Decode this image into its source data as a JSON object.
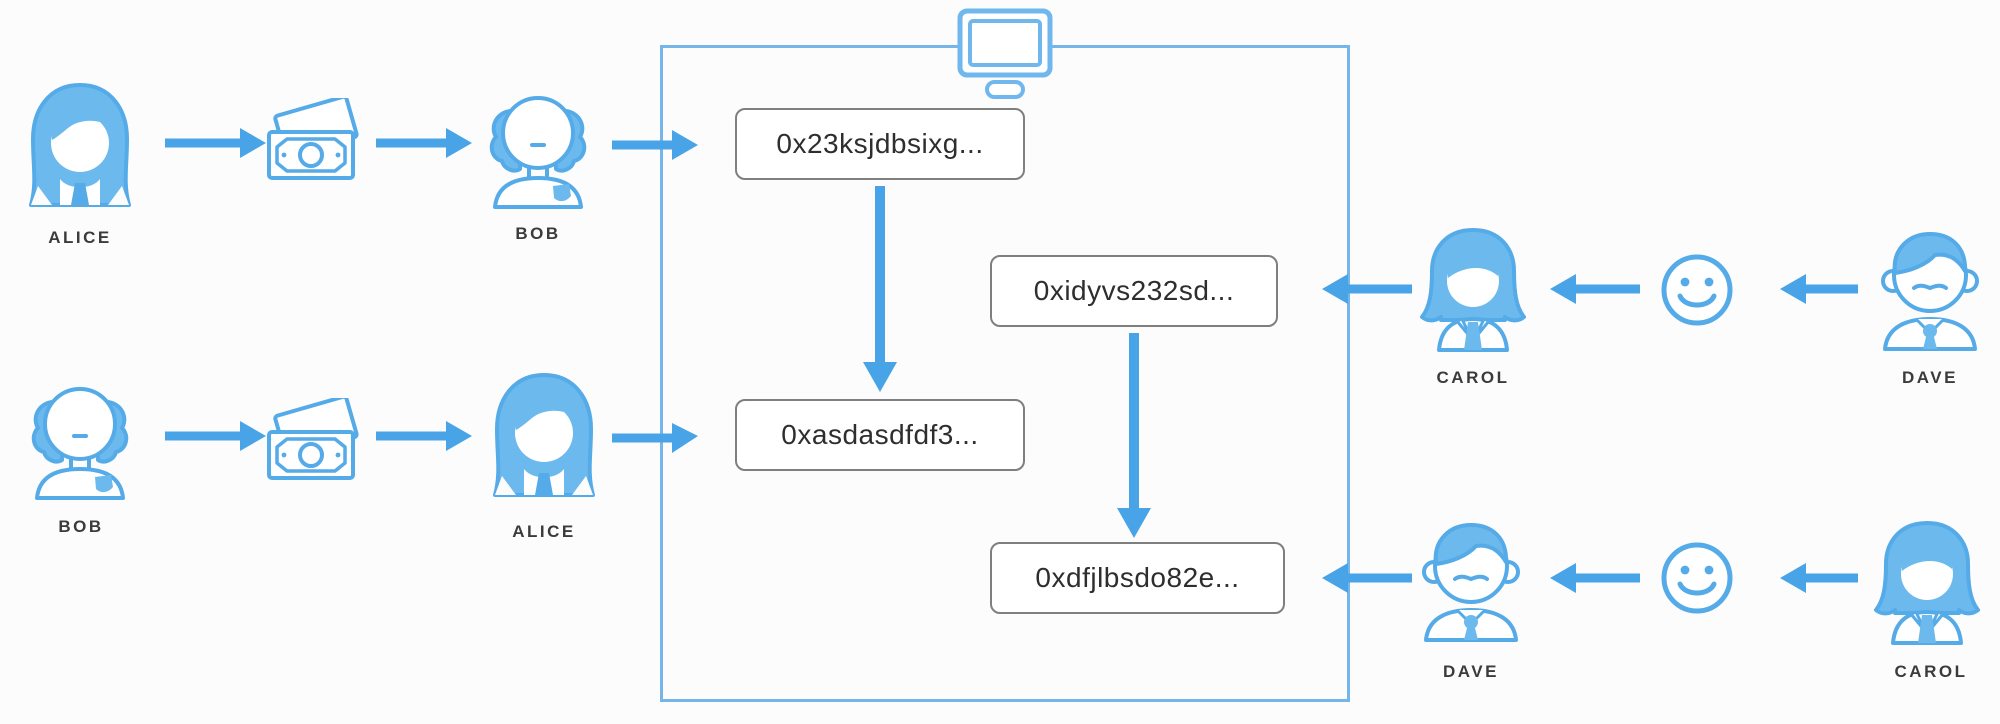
{
  "flows": [
    {
      "sender": "ALICE",
      "gift": "money",
      "receiver": "BOB",
      "transaction": "0x23ksjdbsixg..."
    },
    {
      "sender": "BOB",
      "gift": "money",
      "receiver": "ALICE",
      "transaction": "0xasdasdfdf3..."
    },
    {
      "sender": "DAVE",
      "gift": "smiley",
      "receiver": "CAROL",
      "transaction": "0xidyvs232sd..."
    },
    {
      "sender": "CAROL",
      "gift": "smiley",
      "receiver": "DAVE",
      "transaction": "0xdfjlbsdo82e..."
    }
  ],
  "ledger": {
    "icon": "computer-icon",
    "transactions": [
      "0x23ksjdbsixg...",
      "0xidyvs232sd...",
      "0xasdasdfdf3...",
      "0xdfjlbsdo82e..."
    ]
  },
  "colors": {
    "arrow_blue": "#48a4e7",
    "icon_stroke_blue": "#55aae8",
    "icon_fill_blue": "#6cb9ee",
    "ledger_border_blue": "#74b6ea",
    "hash_border_gray": "#7f7f7f",
    "hash_text": "#2e2e2e",
    "label_text": "#3b3b3b",
    "background": "#fcfcfc"
  }
}
